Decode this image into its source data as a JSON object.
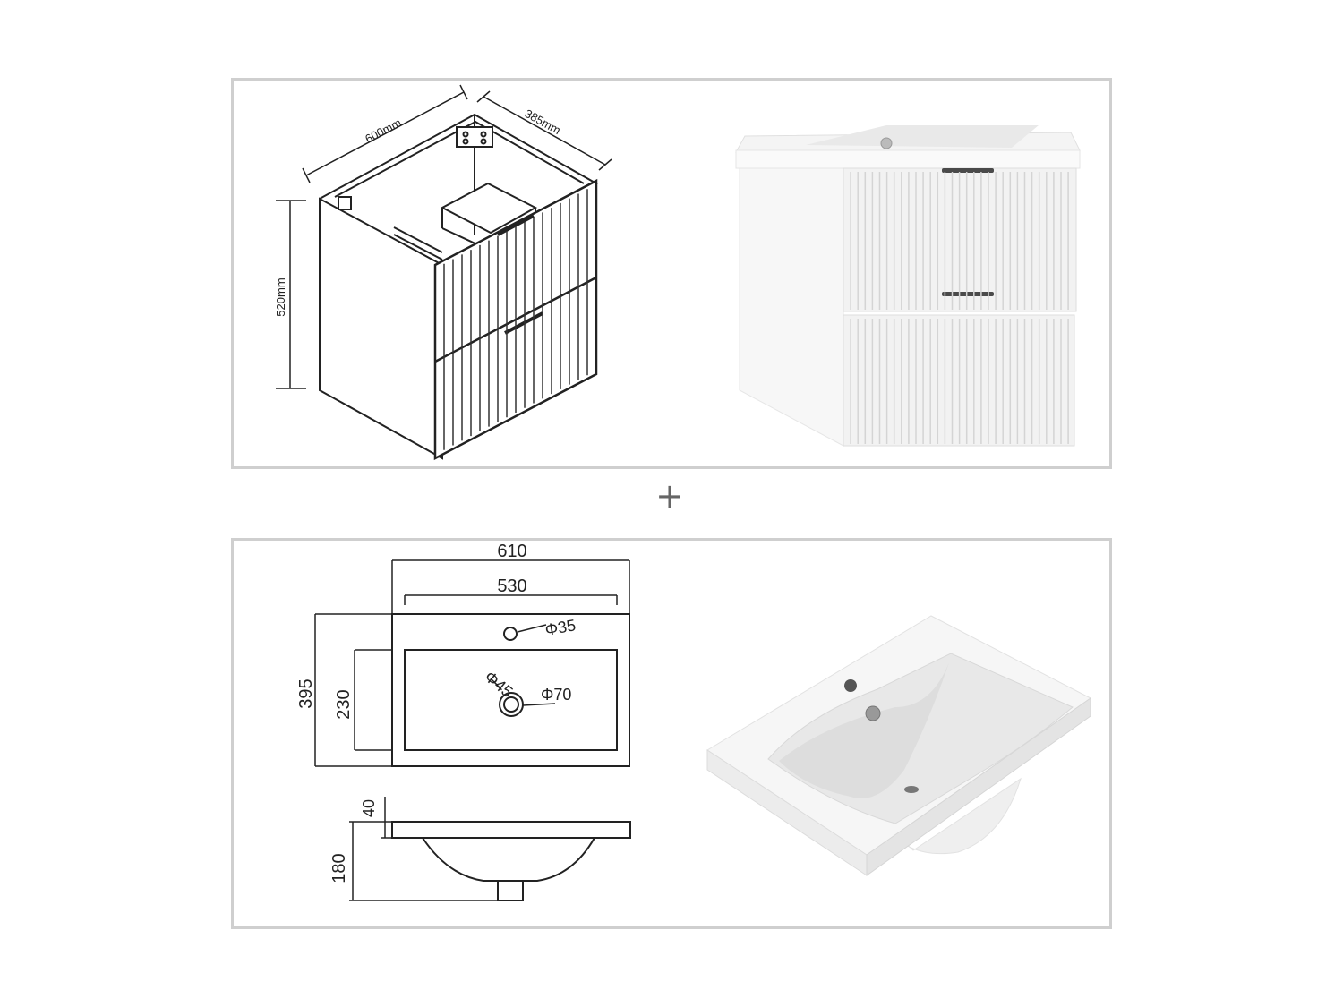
{
  "cabinet": {
    "width_label": "600mm",
    "depth_label": "385mm",
    "height_label": "520mm"
  },
  "basin": {
    "overall_width": "610",
    "inner_width": "530",
    "overall_depth": "395",
    "inner_depth": "230",
    "tap_hole": "Φ35",
    "overflow": "Φ45",
    "drain": "Φ70",
    "rim_height": "40",
    "bowl_height": "180"
  },
  "separator": "+",
  "colors": {
    "panel_border": "#cfcfcf",
    "line": "#222222",
    "handle": "#4a4a4a"
  }
}
